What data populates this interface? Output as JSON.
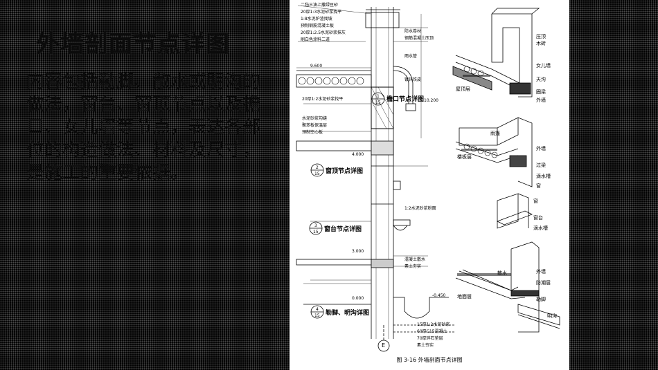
{
  "slide": {
    "title": "外墙剖面节点详图",
    "body": "内容包括勒脚、散水或明沟的做法，窗台、窗顶节点以及檐口、女儿墙等节点，表达各部位的构造做法、材料及尺寸，是施工的重要依据。"
  },
  "figure": {
    "caption": "图 3-16   外墙剖面节点详图",
    "details": {
      "eave": {
        "title": "檐口节点详图",
        "num": "1",
        "den": "15"
      },
      "lintel": {
        "title": "窗顶节点详图",
        "num": "2",
        "den": "15"
      },
      "sill": {
        "title": "窗台节点详图",
        "num": "3",
        "den": "15"
      },
      "plinth": {
        "title": "勒脚、明沟详图",
        "num": "4",
        "den": "15"
      }
    },
    "axis_label": "E",
    "elevations": [
      "10.200",
      "9.600",
      "4.000",
      "3.000",
      "0.000",
      "-0.450"
    ],
    "left_notes": [
      "二毡三油上撒绿豆砂",
      "20厚1:3水泥砂浆找平",
      "1:8水泥炉渣找坡",
      "预制钢筋混凝土板",
      "20厚1:2.5水泥砂浆抹灰",
      "刷白色涂料二道",
      "20厚1:2水泥砂浆找平",
      "水泥砂浆勾缝",
      "聚苯板保温层",
      "预制空心板"
    ],
    "right_notes": [
      "防水卷材",
      "钢筋混凝土压顶",
      "雨水管",
      "镀锌铁皮",
      "1:2水泥砂浆粉面",
      "混凝土散水",
      "素土夯实"
    ],
    "bottom_notes": [
      "15厚1:2水泥砂浆",
      "60厚C15混凝土",
      "70厚碎石垫层",
      "素土夯实"
    ],
    "small_details_labels": {
      "parapet": [
        "压顶",
        "木砖",
        "女儿墙",
        "天沟",
        "圈梁",
        "外墙",
        "屋顶层"
      ],
      "lintel": [
        "雨篷",
        "外墙",
        "过梁",
        "滴水槽",
        "窗",
        "楼板层"
      ],
      "sill": [
        "窗",
        "窗台",
        "滴水槽"
      ],
      "plinth": [
        "外墙",
        "防潮层",
        "勒脚",
        "散水",
        "明沟",
        "地面层"
      ]
    }
  }
}
